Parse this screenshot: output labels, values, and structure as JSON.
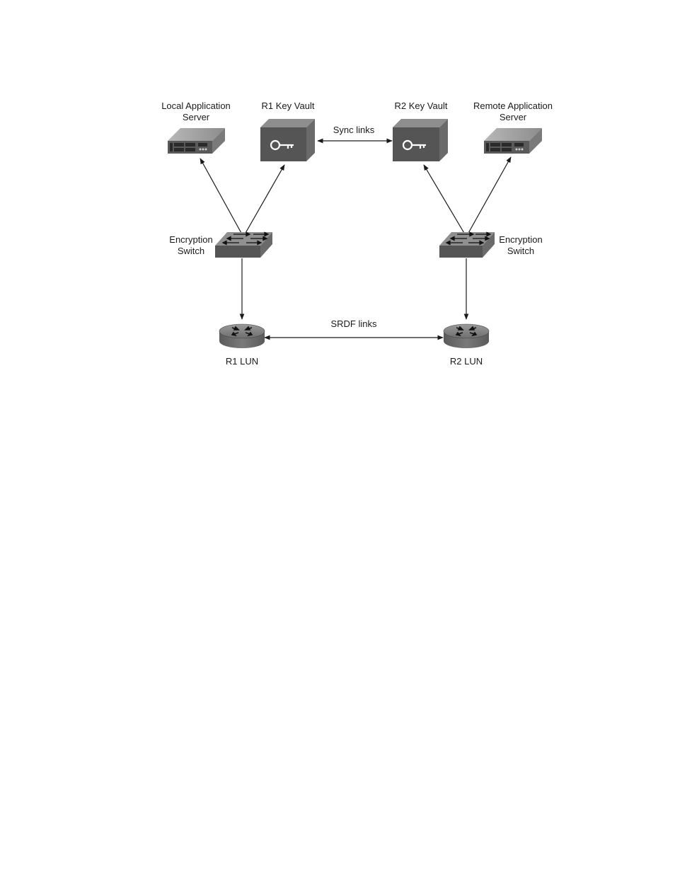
{
  "nodes": {
    "local_server": {
      "label_line1": "Local Application",
      "label_line2": "Server"
    },
    "r1_key_vault": {
      "label": "R1 Key Vault"
    },
    "r2_key_vault": {
      "label": "R2 Key Vault"
    },
    "remote_server": {
      "label_line1": "Remote Application",
      "label_line2": "Server"
    },
    "left_switch": {
      "label_line1": "Encryption",
      "label_line2": "Switch"
    },
    "right_switch": {
      "label_line1": "Encryption",
      "label_line2": "Switch"
    },
    "r1_lun": {
      "label": "R1 LUN"
    },
    "r2_lun": {
      "label": "R2 LUN"
    }
  },
  "links": {
    "sync": {
      "label": "Sync links"
    },
    "srdf": {
      "label": "SRDF links"
    }
  },
  "colors": {
    "device_front": "#555555",
    "device_top": "#8a8a8a",
    "device_side": "#6d6d6d",
    "line": "#1a1a1a"
  }
}
